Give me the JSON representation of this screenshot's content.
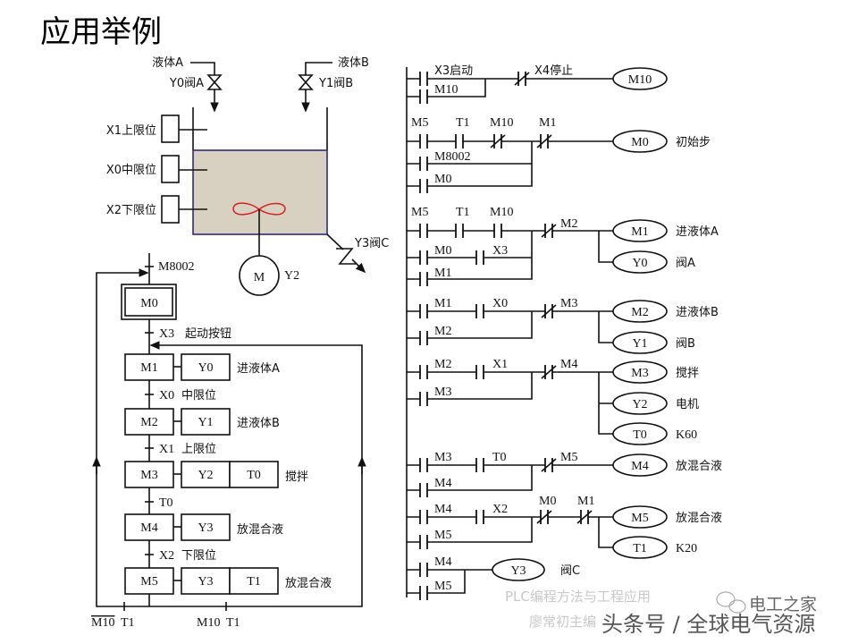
{
  "title": "应用举例",
  "tank": {
    "liquid_a": "液体A",
    "valve_a": "Y0阀A",
    "liquid_b": "液体B",
    "valve_b": "Y1阀B",
    "sensors": [
      "X1上限位",
      "X0中限位",
      "X2下限位"
    ],
    "motor": "M",
    "motor_output": "Y2",
    "valve_c": "Y3阀C",
    "liquid_color": "#d8d0c0",
    "agitator_color": "#d42020"
  },
  "sfc": {
    "init_condition": "M8002",
    "initial_step": "M0",
    "transitions": [
      {
        "signal": "X3",
        "label": "起动按钮"
      },
      {
        "signal": "X0",
        "label": "中限位"
      },
      {
        "signal": "X1",
        "label": "上限位"
      },
      {
        "signal": "T0",
        "label": ""
      },
      {
        "signal": "X2",
        "label": "下限位"
      }
    ],
    "steps": [
      {
        "step": "M1",
        "actions": [
          "Y0"
        ],
        "label": "进液体A"
      },
      {
        "step": "M2",
        "actions": [
          "Y1"
        ],
        "label": "进液体B"
      },
      {
        "step": "M3",
        "actions": [
          "Y2",
          "T0"
        ],
        "label": "搅拌"
      },
      {
        "step": "M4",
        "actions": [
          "Y3"
        ],
        "label": "放混合液"
      },
      {
        "step": "M5",
        "actions": [
          "Y3",
          "T1"
        ],
        "label": "放混合液"
      }
    ],
    "return_left": {
      "neg": "M10",
      "and": "T1"
    },
    "return_right": {
      "pos": "M10",
      "and": "T1"
    }
  },
  "ladder": {
    "r1": {
      "c1": "X3启动",
      "b1": "M10",
      "c2": "X4停止",
      "coil": "M10"
    },
    "r2": {
      "c1": "M5",
      "c2": "T1",
      "c3": "M10",
      "c4": "M1",
      "b1": "M8002",
      "b2": "M0",
      "coil": "M0",
      "note": "初始步"
    },
    "r3": {
      "c1": "M5",
      "c2": "T1",
      "c3": "M10",
      "c4": "M2",
      "b1": "M0",
      "b1c": "X3",
      "b2": "M1",
      "coil1": "M1",
      "note1": "进液体A",
      "coil2": "Y0",
      "note2": "阀A"
    },
    "r4": {
      "c1": "M1",
      "c2": "X0",
      "c3": "M3",
      "b1": "M2",
      "coil1": "M2",
      "note1": "进液体B",
      "coil2": "Y1",
      "note2": "阀B"
    },
    "r5": {
      "c1": "M2",
      "c2": "X1",
      "c3": "M4",
      "b1": "M3",
      "coil1": "M3",
      "note1": "搅拌",
      "coil2": "Y2",
      "note2": "电机",
      "coil3": "T0",
      "note3": "K60"
    },
    "r6": {
      "c1": "M3",
      "c2": "T0",
      "c3": "M5",
      "b1": "M4",
      "coil": "M4",
      "note": "放混合液"
    },
    "r7": {
      "c1": "M4",
      "c2": "X2",
      "c3": "M0",
      "c4": "M1",
      "b1": "M5",
      "coil1": "M5",
      "note1": "放混合液",
      "coil2": "T1",
      "note2": "K20"
    },
    "r8": {
      "c1": "M4",
      "b1": "M5",
      "coil": "Y3",
      "note": "阀C"
    }
  },
  "watermark": {
    "book": "PLC编程方法与工程应用",
    "author": "廖常初主编",
    "source": "头条号 / 全球电气资源",
    "account": "电工之家",
    "icon": "wechat-icon"
  }
}
